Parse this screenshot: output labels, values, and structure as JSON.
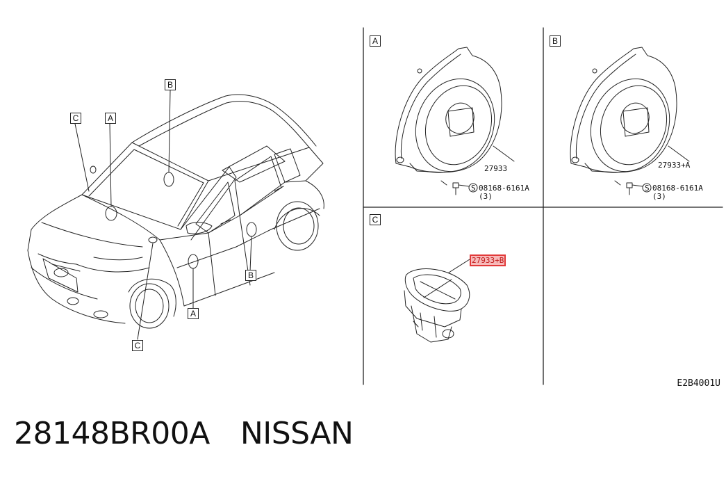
{
  "diagram": {
    "panels": [
      {
        "label": "A",
        "part_number": "27933",
        "screw_ref": "08168-6161A",
        "screw_qty": "(3)"
      },
      {
        "label": "B",
        "part_number": "27933+A",
        "screw_ref": "08168-6161A",
        "screw_qty": "(3)"
      },
      {
        "label": "C",
        "part_number": "27933+B"
      }
    ],
    "car_callouts": [
      "C",
      "A",
      "B",
      "C",
      "A",
      "B"
    ],
    "screw_symbol": "S",
    "reference_code": "E2B4001U"
  },
  "footer": {
    "part_number": "28148BR00A",
    "brand": "NISSAN"
  },
  "colors": {
    "line": "#222222",
    "highlight_border": "#e23a3a",
    "highlight_fill": "#f7b9b9"
  }
}
